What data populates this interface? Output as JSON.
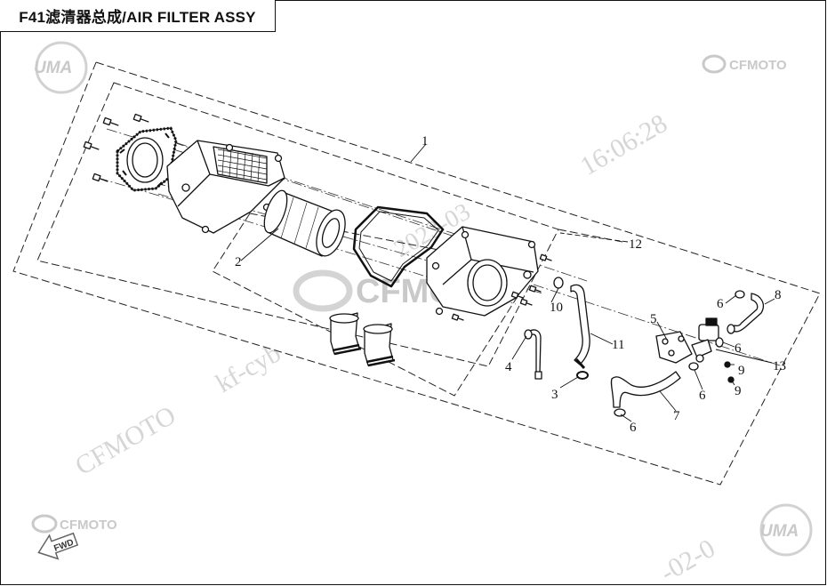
{
  "title": "F41滤清器总成/AIR FILTER ASSY",
  "callouts": [
    "1",
    "2",
    "3",
    "4",
    "5",
    "6",
    "6",
    "6",
    "6",
    "6",
    "7",
    "8",
    "9",
    "9",
    "10",
    "11",
    "12",
    "13"
  ],
  "watermarks": {
    "logo_uma_top": "UMA",
    "logo_cfmoto_top": "CFMOTO",
    "logo_cfmoto_center": "CFMOTO",
    "logo_cfmoto_bottom": "CFMOTO",
    "logo_uma_bottom": "UMA",
    "stamp_text": "CFMOTO",
    "stamp_user": "kf-cyb",
    "stamp_time": "16:06:28",
    "stamp_date_mid": "2023-03",
    "stamp_date_bottom": "-02-0",
    "fwd_label": "FWD"
  },
  "colors": {
    "line": "#111111",
    "watermark": "#d0d0d0",
    "background": "#ffffff"
  }
}
